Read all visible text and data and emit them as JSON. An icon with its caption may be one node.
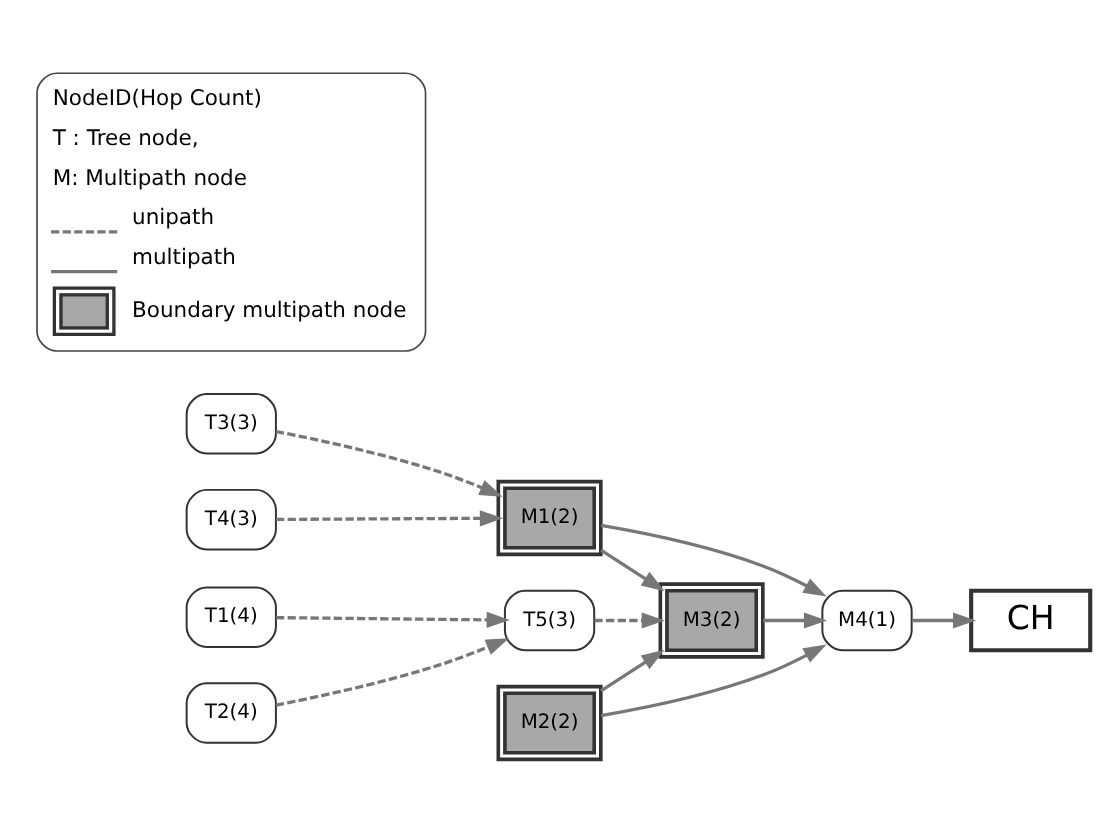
{
  "diagram": {
    "nodes": [
      {
        "text": [
          "T1(4)"
        ]
      },
      {
        "text": [
          "T2(4)"
        ]
      },
      {
        "text": [
          "T5(3)"
        ]
      },
      {
        "text": [
          "T3(3)"
        ]
      },
      {
        "text": [
          "M1(2)"
        ]
      },
      {
        "text": [
          "M3(2)"
        ]
      },
      {
        "text": [
          "T4(3)"
        ]
      },
      {
        "text": [
          "M2(2)"
        ]
      },
      {
        "text": [
          "M4(1)"
        ]
      },
      {
        "text": [
          "CH"
        ]
      }
    ],
    "edges": [
      {
        "from": 0,
        "to": 2,
        "arrow": "to",
        "style": "dashed"
      },
      {
        "from": 1,
        "to": 2,
        "arrow": "to",
        "style": "dashed"
      },
      {
        "from": 2,
        "to": 5,
        "arrow": "to",
        "style": "dashed"
      },
      {
        "from": 3,
        "to": 4,
        "arrow": "to",
        "style": "dashed"
      },
      {
        "from": 6,
        "to": 4,
        "arrow": "to",
        "style": "dashed"
      },
      {
        "from": 4,
        "to": 5,
        "arrow": "to"
      },
      {
        "from": 4,
        "to": 8,
        "arrow": "to"
      },
      {
        "from": 7,
        "to": 5,
        "arrow": "to"
      },
      {
        "from": 7,
        "to": 8,
        "arrow": "to"
      },
      {
        "from": 5,
        "to": 8,
        "arrow": "to"
      },
      {
        "from": 8,
        "to": 9,
        "arrow": "to"
      }
    ],
    "labels": [
      "NodeID(Hop Count)",
      "T : Tree node,",
      "M: Multipath node"
    ],
    "legend": [
      {
        "text": "unipath"
      },
      {
        "text": "multipath"
      },
      {
        "text": "Boundary multipath node"
      }
    ]
  }
}
